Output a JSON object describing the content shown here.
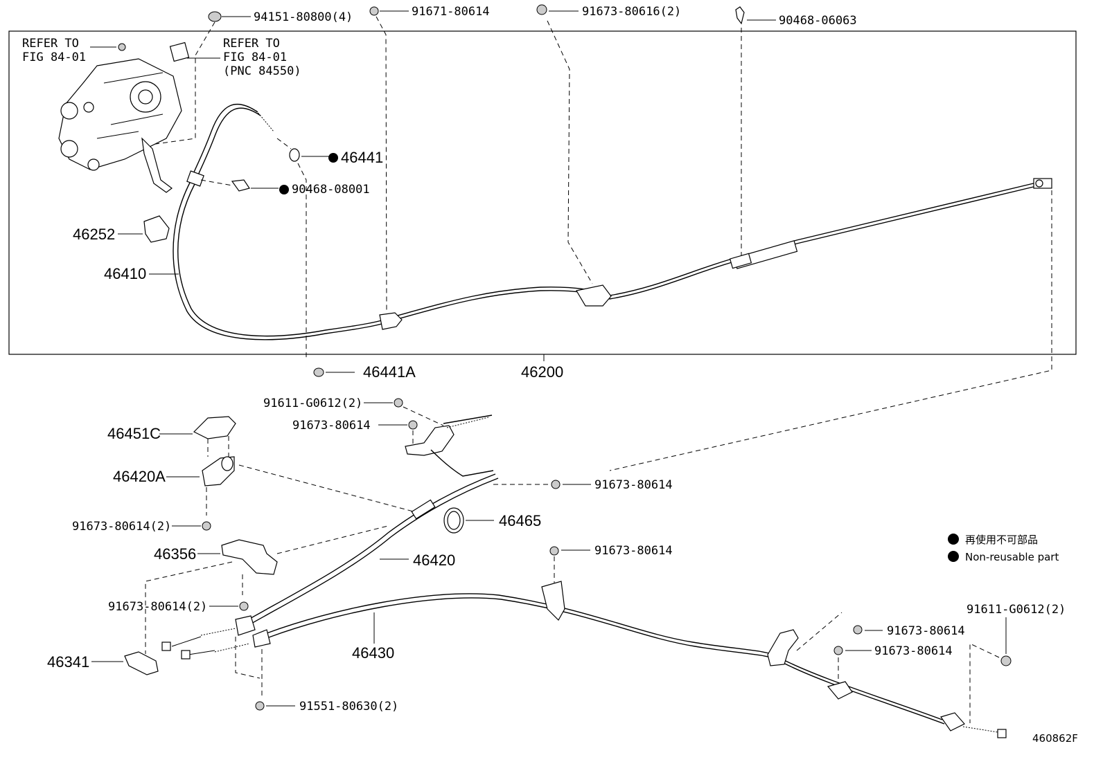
{
  "diagram": {
    "id_code": "460862F",
    "labels": {
      "p94151": "94151-80800(4)",
      "p91671": "91671-80614",
      "p91673_2top": "91673-80616(2)",
      "p90468_06063": "90468-06063",
      "refer1_line1": "REFER TO",
      "refer1_line2": "FIG 84-01",
      "refer2_line1": "REFER TO",
      "refer2_line2": "FIG 84-01",
      "refer2_line3": "(PNC 84550)",
      "p46441": "46441",
      "p90468_08001": "90468-08001",
      "p46252": "46252",
      "p46410": "46410",
      "p46441A": "46441A",
      "p46200": "46200",
      "p91611_a": "91611-G0612(2)",
      "p91673_a": "91673-80614",
      "p46451C": "46451C",
      "p46420A": "46420A",
      "p91673_b": "91673-80614",
      "p91673_c2": "91673-80614(2)",
      "p46465": "46465",
      "p46356": "46356",
      "p46420": "46420",
      "p91673_d": "91673-80614",
      "p91673_e2": "91673-80614(2)",
      "p46341": "46341",
      "p46430": "46430",
      "p91551": "91551-80630(2)",
      "p91611_b": "91611-G0612(2)",
      "p91673_f": "91673-80614",
      "p91673_g": "91673-80614"
    },
    "legend": {
      "jp": "再使用不可部品",
      "en": "Non-reusable part"
    }
  }
}
